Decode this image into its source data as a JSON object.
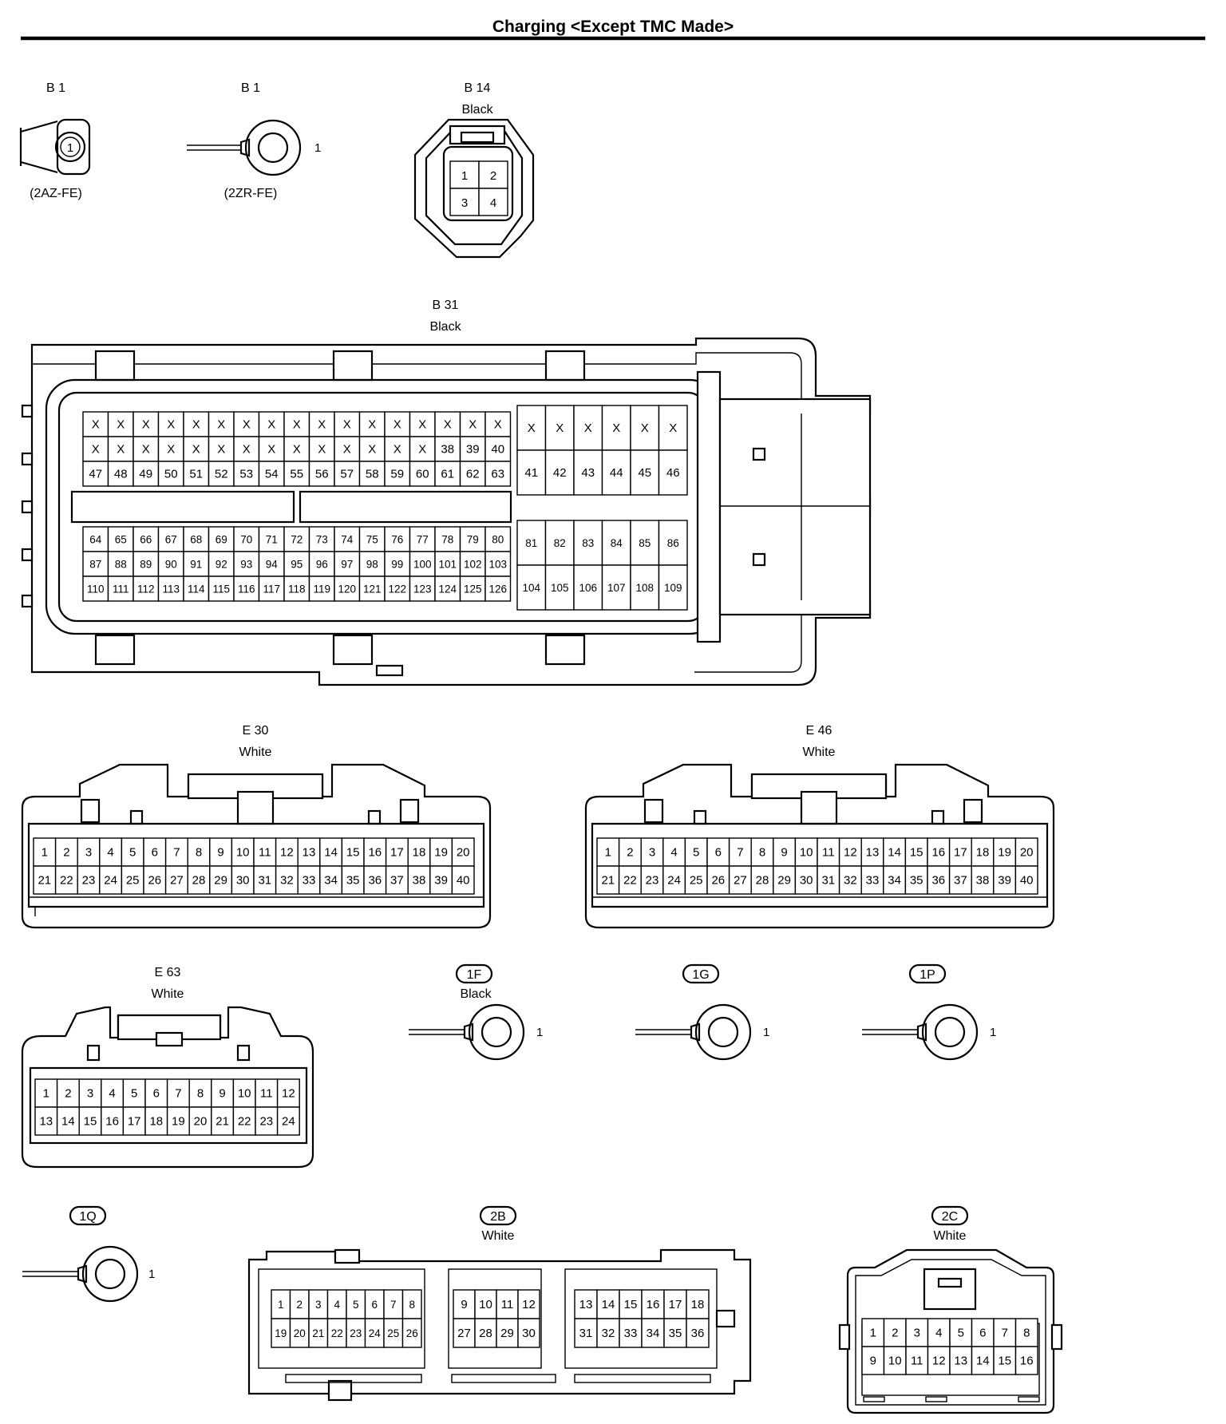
{
  "page": {
    "title": "Charging <Except TMC Made>"
  },
  "connectors": {
    "b1_2az": {
      "code": "B 1",
      "pin": "1",
      "note": "(2AZ-FE)"
    },
    "b1_2zr": {
      "code": "B 1",
      "pin": "1",
      "note": "(2ZR-FE)"
    },
    "b14": {
      "code": "B 14",
      "color": "Black",
      "pins": [
        "1",
        "2",
        "3",
        "4"
      ]
    },
    "b31": {
      "code": "B 31",
      "color": "Black",
      "mark": "X",
      "left_upper_rows": [
        [
          "X",
          "X",
          "X",
          "X",
          "X",
          "X",
          "X",
          "X",
          "X",
          "X",
          "X",
          "X",
          "X",
          "X",
          "X",
          "X",
          "X"
        ],
        [
          "X",
          "X",
          "X",
          "X",
          "X",
          "X",
          "X",
          "X",
          "X",
          "X",
          "X",
          "X",
          "X",
          "X",
          "38",
          "39",
          "40"
        ],
        [
          "47",
          "48",
          "49",
          "50",
          "51",
          "52",
          "53",
          "54",
          "55",
          "56",
          "57",
          "58",
          "59",
          "60",
          "61",
          "62",
          "63"
        ]
      ],
      "left_lower_rows": [
        [
          "64",
          "65",
          "66",
          "67",
          "68",
          "69",
          "70",
          "71",
          "72",
          "73",
          "74",
          "75",
          "76",
          "77",
          "78",
          "79",
          "80"
        ],
        [
          "87",
          "88",
          "89",
          "90",
          "91",
          "92",
          "93",
          "94",
          "95",
          "96",
          "97",
          "98",
          "99",
          "100",
          "101",
          "102",
          "103"
        ],
        [
          "110",
          "111",
          "112",
          "113",
          "114",
          "115",
          "116",
          "117",
          "118",
          "119",
          "120",
          "121",
          "122",
          "123",
          "124",
          "125",
          "126"
        ]
      ],
      "right_upper_rows": [
        [
          "X",
          "X",
          "X",
          "X",
          "X",
          "X"
        ],
        [
          "41",
          "42",
          "43",
          "44",
          "45",
          "46"
        ]
      ],
      "right_lower_rows": [
        [
          "81",
          "82",
          "83",
          "84",
          "85",
          "86"
        ],
        [
          "104",
          "105",
          "106",
          "107",
          "108",
          "109"
        ]
      ]
    },
    "e30": {
      "code": "E 30",
      "color": "White",
      "row1": [
        "1",
        "2",
        "3",
        "4",
        "5",
        "6",
        "7",
        "8",
        "9",
        "10",
        "11",
        "12",
        "13",
        "14",
        "15",
        "16",
        "17",
        "18",
        "19",
        "20"
      ],
      "row2": [
        "21",
        "22",
        "23",
        "24",
        "25",
        "26",
        "27",
        "28",
        "29",
        "30",
        "31",
        "32",
        "33",
        "34",
        "35",
        "36",
        "37",
        "38",
        "39",
        "40"
      ]
    },
    "e46": {
      "code": "E 46",
      "color": "White",
      "row1": [
        "1",
        "2",
        "3",
        "4",
        "5",
        "6",
        "7",
        "8",
        "9",
        "10",
        "11",
        "12",
        "13",
        "14",
        "15",
        "16",
        "17",
        "18",
        "19",
        "20"
      ],
      "row2": [
        "21",
        "22",
        "23",
        "24",
        "25",
        "26",
        "27",
        "28",
        "29",
        "30",
        "31",
        "32",
        "33",
        "34",
        "35",
        "36",
        "37",
        "38",
        "39",
        "40"
      ]
    },
    "e63": {
      "code": "E 63",
      "color": "White",
      "row1": [
        "1",
        "2",
        "3",
        "4",
        "5",
        "6",
        "7",
        "8",
        "9",
        "10",
        "11",
        "12"
      ],
      "row2": [
        "13",
        "14",
        "15",
        "16",
        "17",
        "18",
        "19",
        "20",
        "21",
        "22",
        "23",
        "24"
      ]
    },
    "1f": {
      "code": "1F",
      "color": "Black",
      "pin": "1"
    },
    "1g": {
      "code": "1G",
      "pin": "1"
    },
    "1p": {
      "code": "1P",
      "pin": "1"
    },
    "1q": {
      "code": "1Q",
      "pin": "1"
    },
    "2b": {
      "code": "2B",
      "color": "White",
      "block1_row1": [
        "1",
        "2",
        "3",
        "4",
        "5",
        "6",
        "7",
        "8"
      ],
      "block1_row2": [
        "19",
        "20",
        "21",
        "22",
        "23",
        "24",
        "25",
        "26"
      ],
      "block2_row1": [
        "9",
        "10",
        "11",
        "12"
      ],
      "block2_row2": [
        "27",
        "28",
        "29",
        "30"
      ],
      "block3_row1": [
        "13",
        "14",
        "15",
        "16",
        "17",
        "18"
      ],
      "block3_row2": [
        "31",
        "32",
        "33",
        "34",
        "35",
        "36"
      ]
    },
    "2c": {
      "code": "2C",
      "color": "White",
      "row1": [
        "1",
        "2",
        "3",
        "4",
        "5",
        "6",
        "7",
        "8"
      ],
      "row2": [
        "9",
        "10",
        "11",
        "12",
        "13",
        "14",
        "15",
        "16"
      ]
    }
  }
}
